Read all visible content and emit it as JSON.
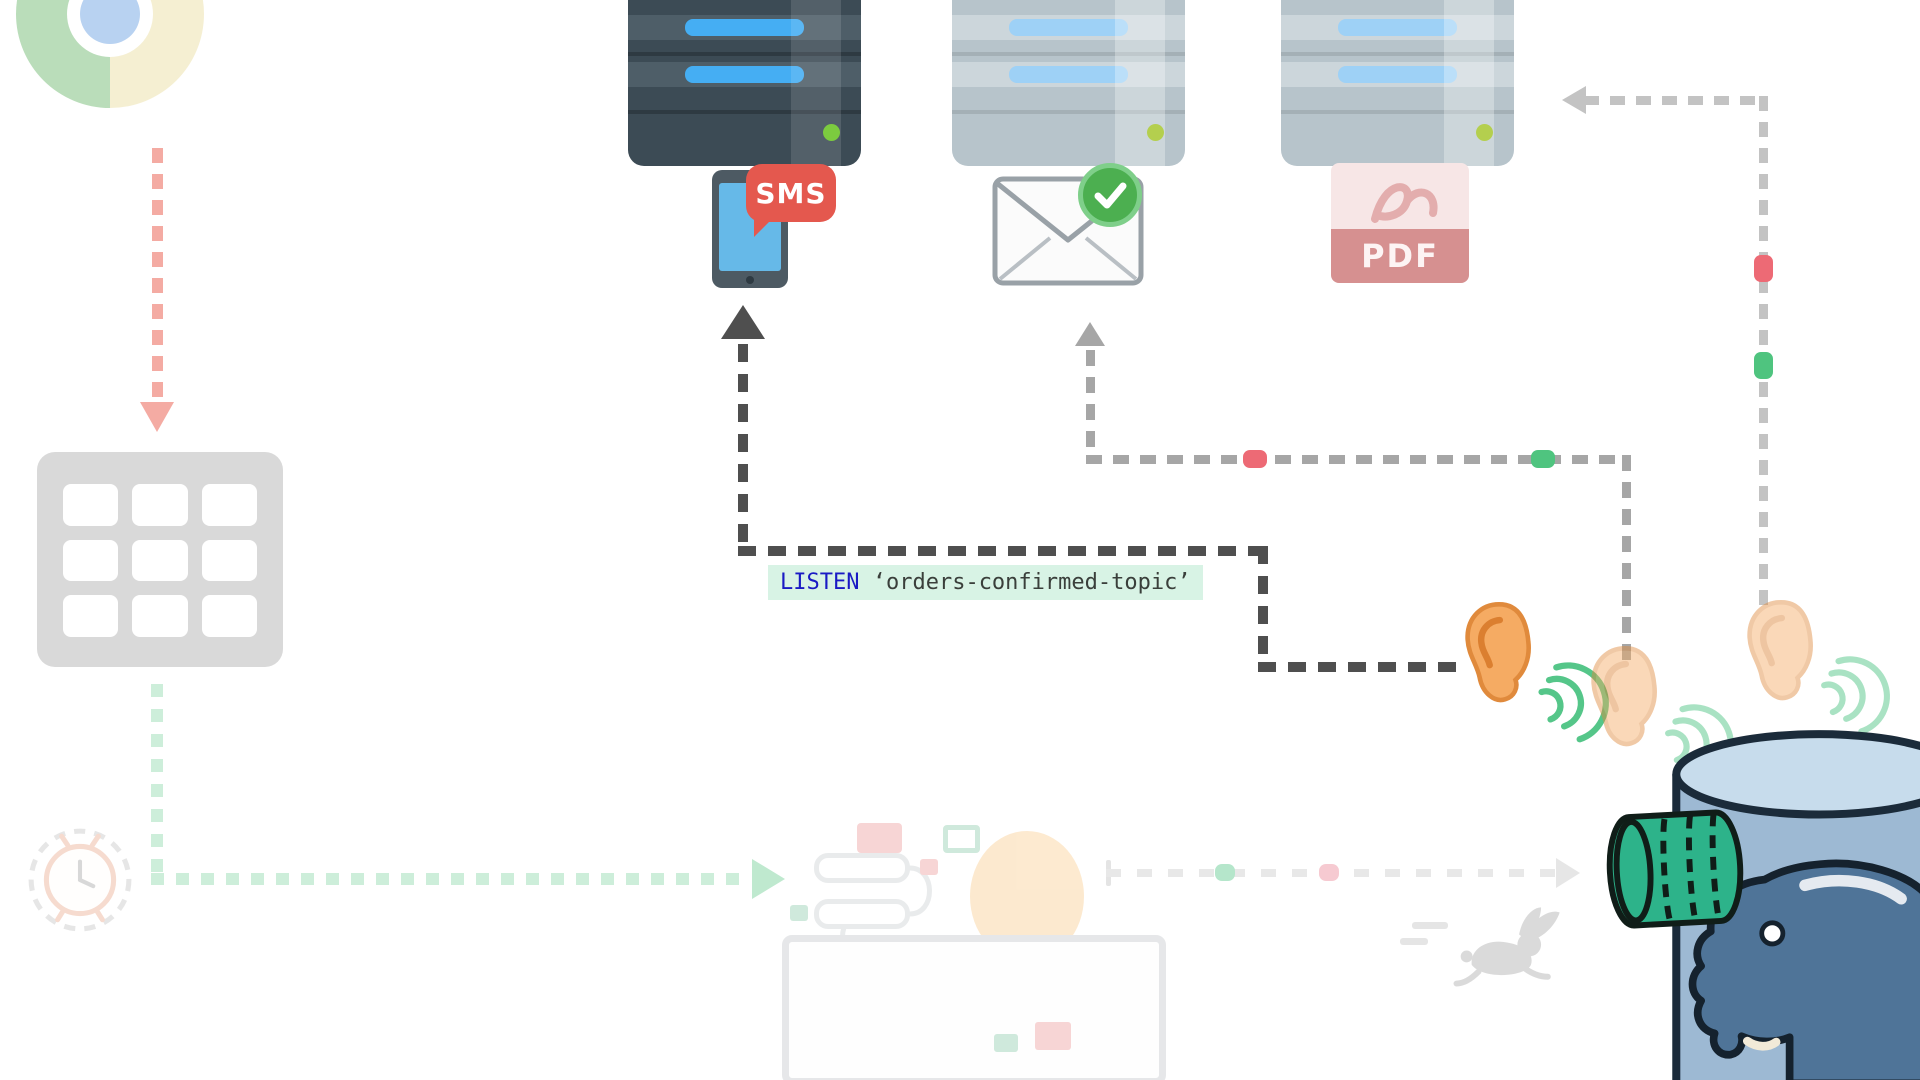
{
  "diagram": {
    "kind": "architecture-illustration",
    "subject": "postgres-listen-notify-pubsub"
  },
  "code_label": {
    "keyword": "LISTEN",
    "argument": " ‘orders-confirmed-topic’"
  },
  "badges": {
    "sms": "SMS",
    "pdf": "PDF"
  },
  "icons": [
    "chrome-logo-icon",
    "table-grid-icon",
    "alarm-clock-icon",
    "server-icon",
    "smartphone-icon",
    "sms-speech-bubble",
    "email-envelope-icon",
    "check-circle-icon",
    "pdf-file-icon",
    "ear-listening-icon",
    "sound-waves-icon",
    "message-dot",
    "postgresql-database-icon",
    "postgresql-elephant-icon",
    "wal-cylinder-icon",
    "rabbit-icon",
    "workflow-monitor-icon"
  ],
  "colors": {
    "dark_dash": "#4f4f4f",
    "gray_dash": "#a6a6a6",
    "light_dash": "#c3c3c3",
    "red_arrow": "#f4aba3",
    "green_path": "#cdeeda",
    "red_dot": "#ed6a75",
    "green_dot": "#4fc47f",
    "code_bg": "#d8f3e5",
    "code_keyword": "#1a1ac4",
    "code_text": "#3a3f3b",
    "server_dark": "#3c4b55",
    "server_gray": "#b7c4cb",
    "server_bar_dark": "#45aef3",
    "server_bar_gray": "#9ed1f6",
    "sms_bubble": "#e4584e",
    "check_green": "#4caf50",
    "pdf_band": "#d69090",
    "ear_orange": "#f5ab63",
    "wave_green": "#55c689",
    "barrel_green": "#2db38a",
    "postgres_body": "#9db9d3",
    "postgres_top": "#c7dcec",
    "elephant_blue": "#4f7498"
  }
}
